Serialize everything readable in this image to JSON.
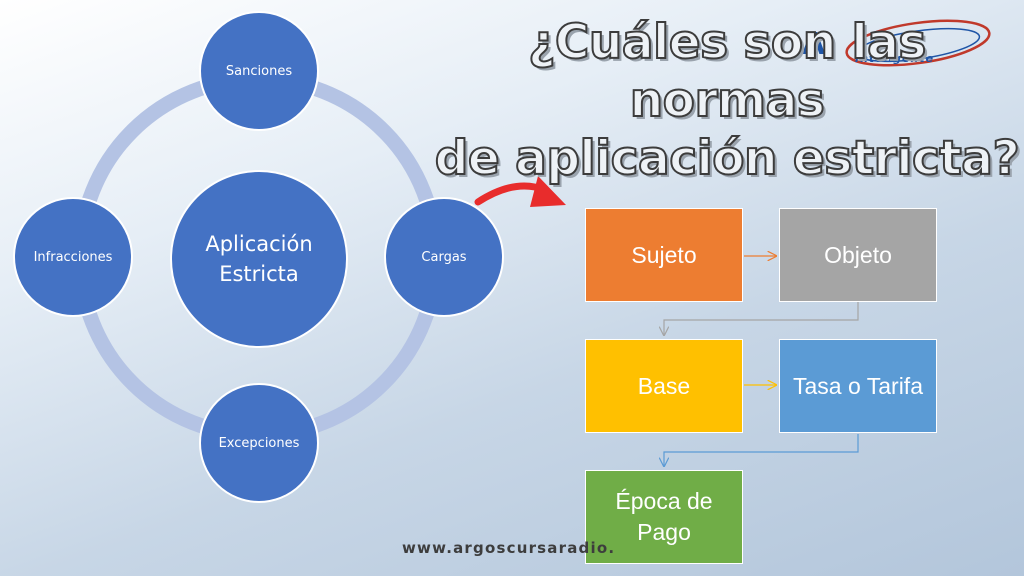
{
  "title": {
    "line1": "¿Cuáles son las normas",
    "line2": "de aplicación estricta?"
  },
  "logo": {
    "letter": "A",
    "subtitle": "Inteligente"
  },
  "cycle": {
    "center": "Aplicación Estricta",
    "nodes": [
      "Sanciones",
      "Cargas",
      "Excepciones",
      "Infracciones"
    ]
  },
  "process": {
    "steps": [
      "Sujeto",
      "Objeto",
      "Base",
      "Tasa o Tarifa",
      "Época de Pago"
    ]
  },
  "footer": {
    "url": "www.argoscursaradio."
  },
  "colors": {
    "node": "#4472c4",
    "ring": "#b4c3e4",
    "sujeto": "#ed7d31",
    "objeto": "#a5a5a5",
    "base": "#ffc000",
    "tasa": "#5b9bd5",
    "epoca": "#70ad47",
    "arrow": "#e82c2c"
  }
}
